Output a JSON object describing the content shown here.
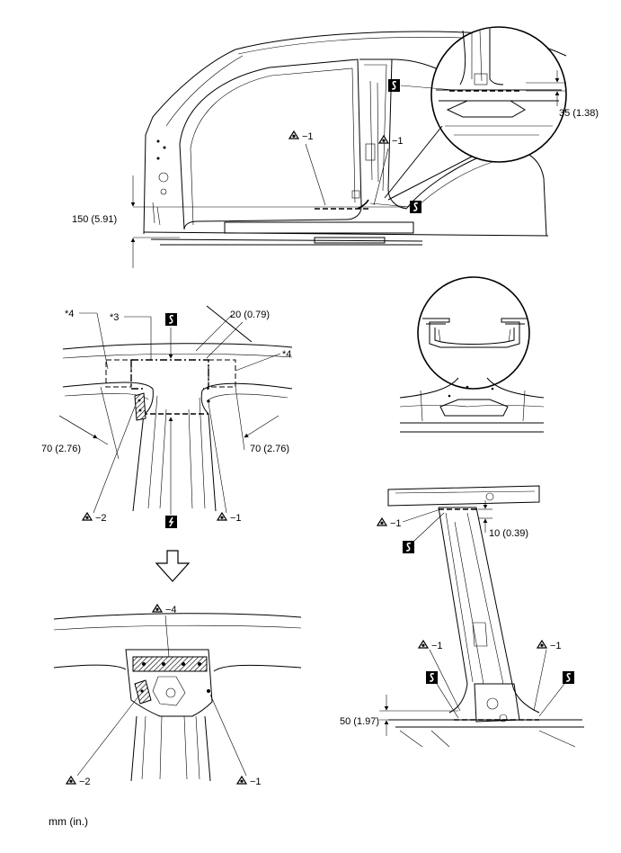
{
  "dimensions": {
    "sill_height": "150 (5.91)",
    "cut_offset_top": "35 (1.38)",
    "overlap_width": "20 (0.79)",
    "left_offset": "70 (2.76)",
    "right_offset": "70 (2.76)",
    "pillar_top_offset": "10 (0.39)",
    "pillar_bottom_offset": "50 (1.97)"
  },
  "callouts": {
    "part3": "*3",
    "part4_left": "*4",
    "part4_right": "*4"
  },
  "weld_labels": {
    "top_left": "−1",
    "top_right": "−1",
    "mid_left": "−2",
    "mid_right": "−1",
    "bottom_top": "−4",
    "bottom_left": "−2",
    "bottom_right": "−1",
    "pillar_top": "−1",
    "pillar_low_left": "−1",
    "pillar_low_right": "−1"
  },
  "icons": {
    "weld_symbol": "spot-weld-icon",
    "cut_symbol": "cut-icon",
    "saw_symbol": "saw-cut-icon",
    "arrow": "down-arrow-icon"
  },
  "unit_note": "mm (in.)"
}
